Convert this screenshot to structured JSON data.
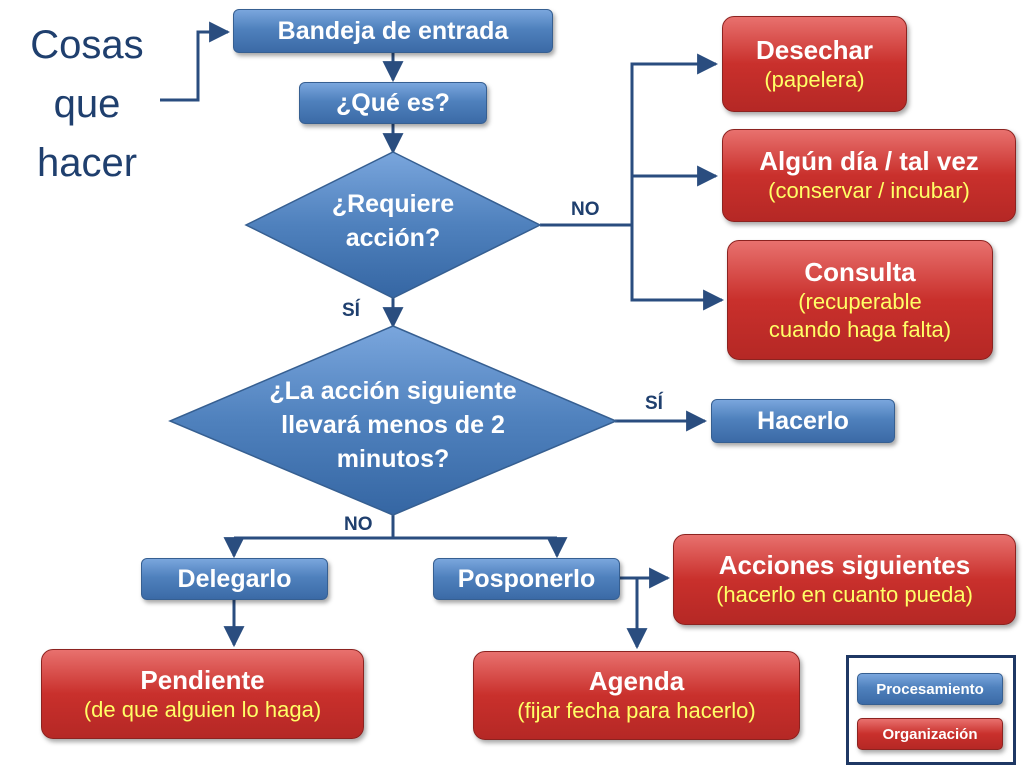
{
  "intro": {
    "line1": "Cosas",
    "line2": "que",
    "line3": "hacer"
  },
  "processing": {
    "inbox": "Bandeja de entrada",
    "what": "¿Qué es?",
    "do_it": "Hacerlo",
    "delegate": "Delegarlo",
    "defer": "Posponerlo"
  },
  "decisions": {
    "actionable_line1": "¿Requiere",
    "actionable_line2": "acción?",
    "two_min_line1": "¿La acción siguiente",
    "two_min_line2": "llevará menos de 2",
    "two_min_line3": "minutos?"
  },
  "branch_labels": {
    "no": "NO",
    "yes": "SÍ"
  },
  "organization": {
    "trash": {
      "title": "Desechar",
      "sub": "(papelera)"
    },
    "someday": {
      "title": "Algún día / tal vez",
      "sub": "(conservar / incubar)"
    },
    "reference": {
      "title": "Consulta",
      "sub1": "(recuperable",
      "sub2": "cuando haga falta)"
    },
    "next_actions": {
      "title": "Acciones siguientes",
      "sub": "(hacerlo en cuanto pueda)"
    },
    "waiting": {
      "title": "Pendiente",
      "sub": "(de que alguien lo haga)"
    },
    "calendar": {
      "title": "Agenda",
      "sub": "(fijar fecha para hacerlo)"
    }
  },
  "legend": {
    "processing": "Procesamiento",
    "organization": "Organización"
  },
  "colors": {
    "processing": "#4f81bd",
    "organization": "#c9302c",
    "subtext": "#ffff66",
    "connector": "#2a4d7f"
  }
}
